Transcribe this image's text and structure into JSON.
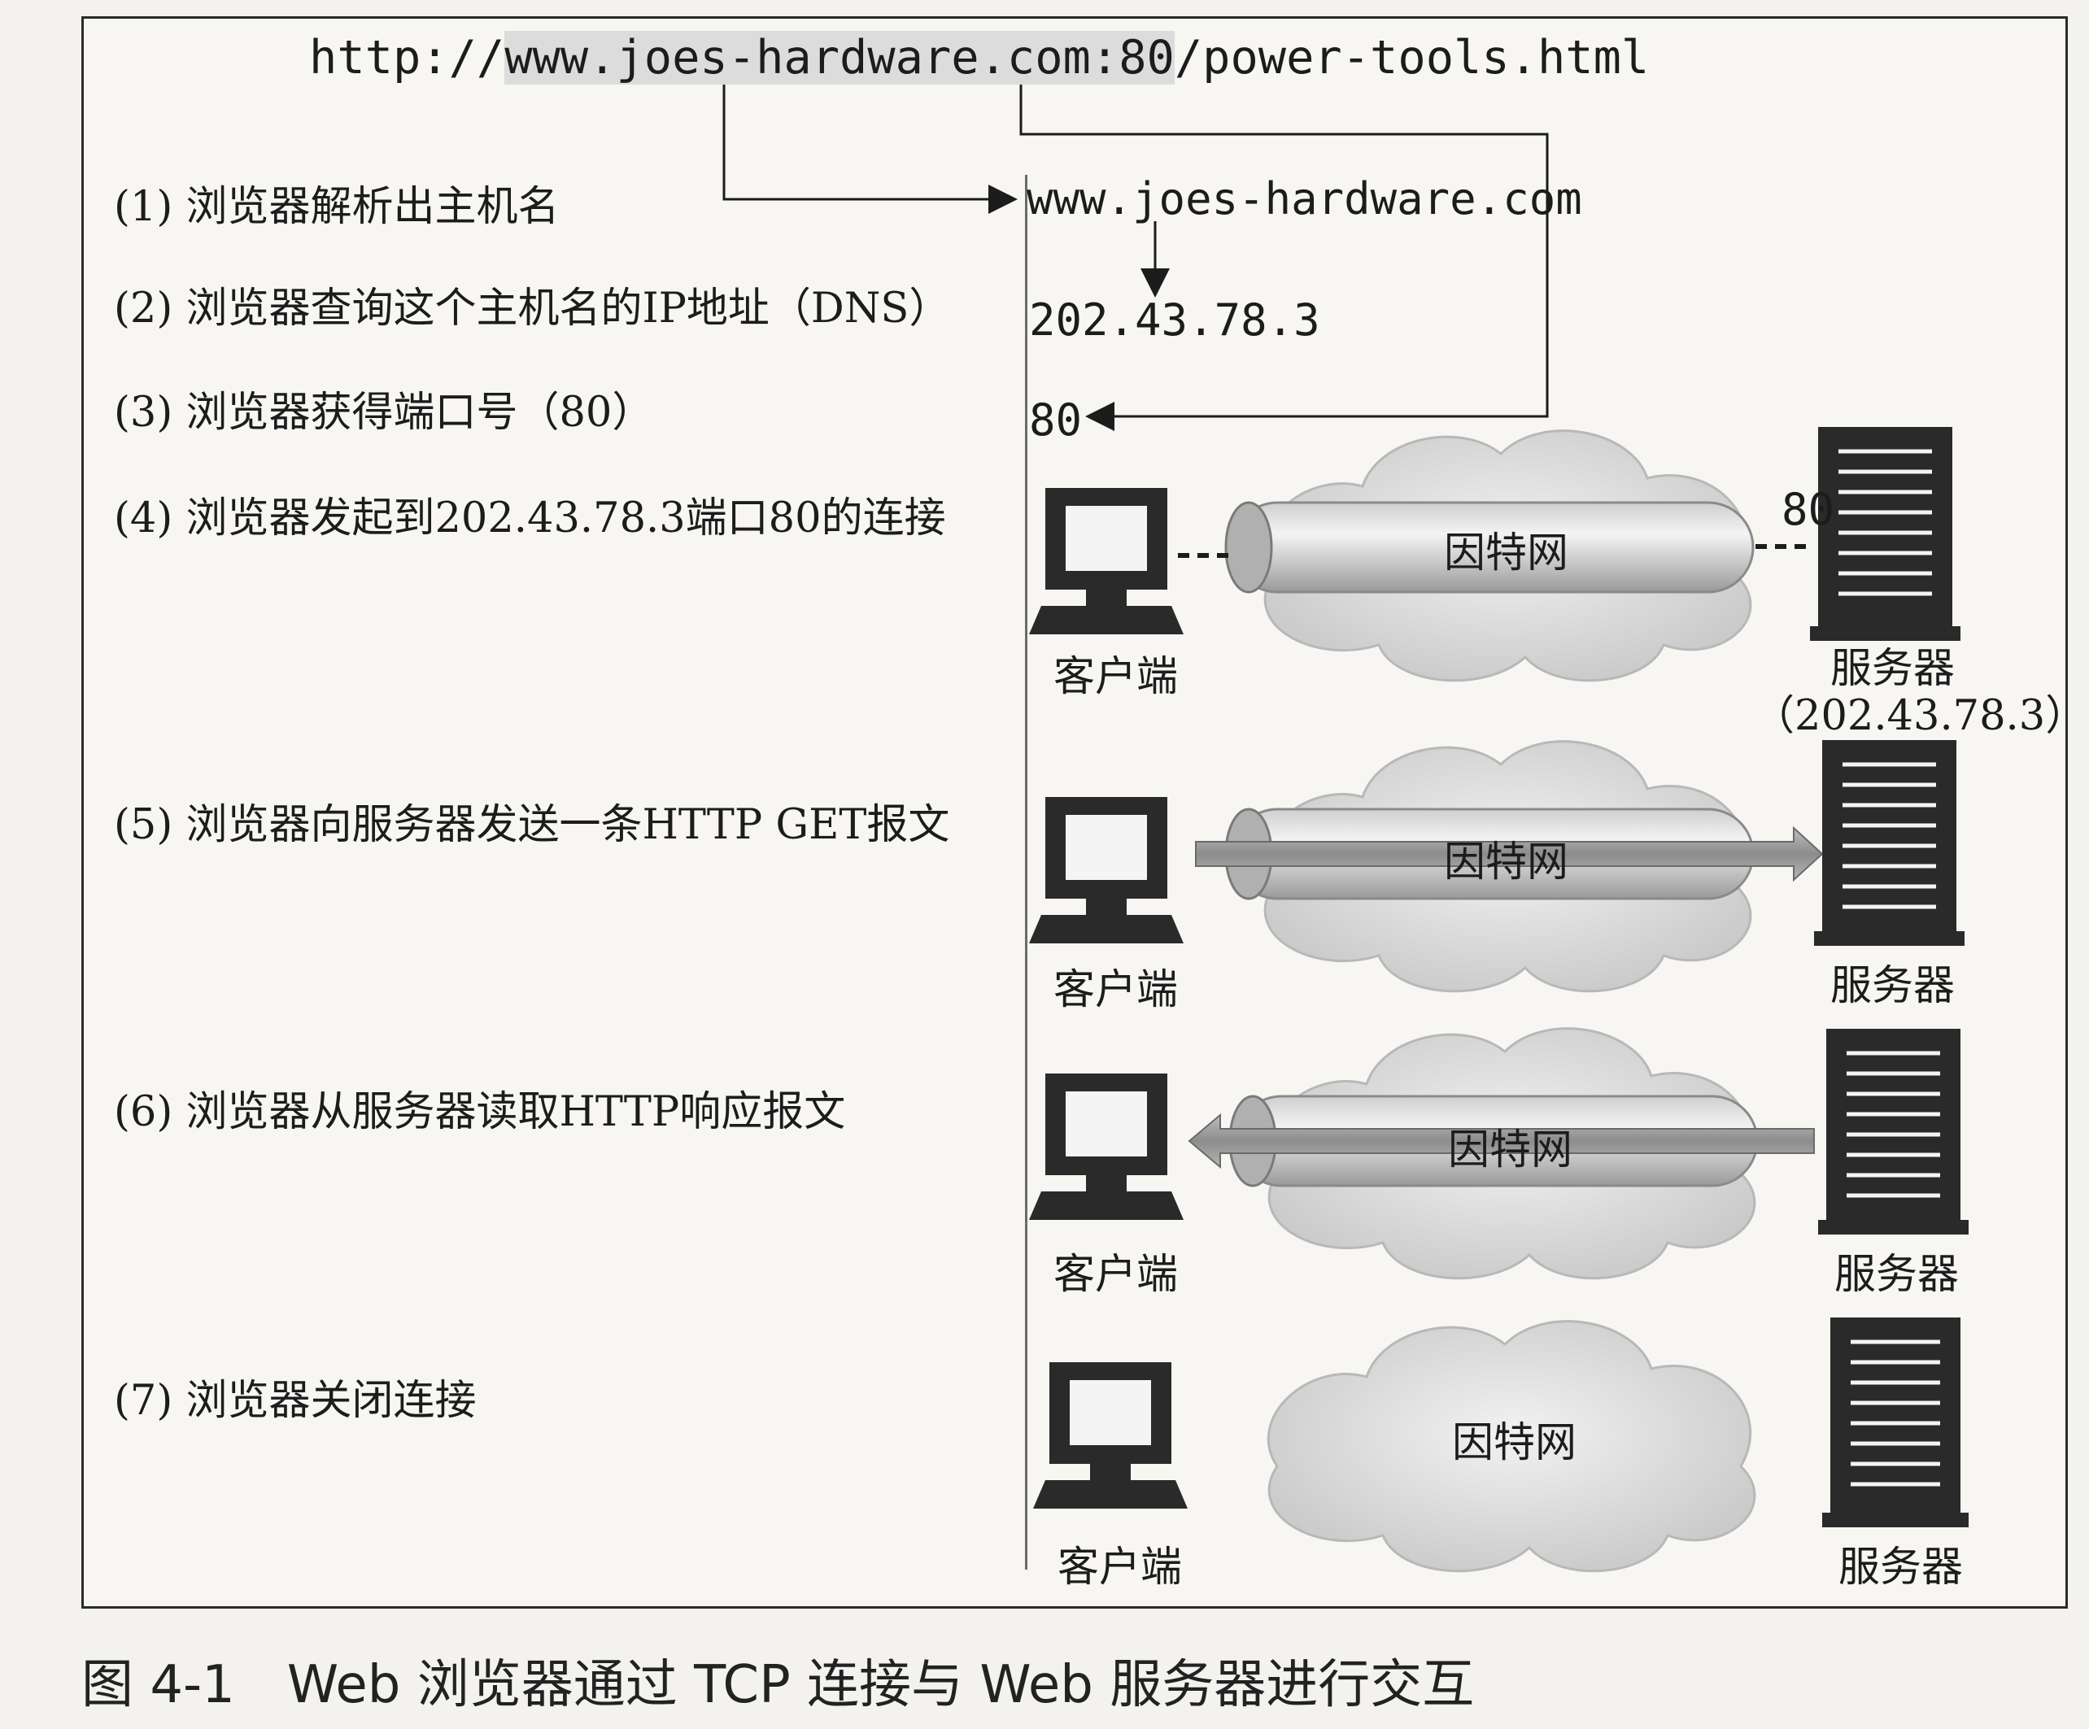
{
  "url": {
    "prefix": "http://",
    "host": "www.joes-hardware.com",
    "colon": ":",
    "port": "80",
    "path": "/power-tools.html"
  },
  "steps": [
    "(1) 浏览器解析出主机名",
    "(2) 浏览器查询这个主机名的IP地址（DNS）",
    "(3) 浏览器获得端口号（80）",
    "(4) 浏览器发起到202.43.78.3端口80的连接",
    "(5) 浏览器向服务器发送一条HTTP GET报文",
    "(6) 浏览器从服务器读取HTTP响应报文",
    "(7) 浏览器关闭连接"
  ],
  "resolved": {
    "hostname": "www.joes-hardware.com",
    "ip": "202.43.78.3",
    "port": "80"
  },
  "labels": {
    "internet": "因特网",
    "client": "客户端",
    "server": "服务器",
    "server_ip": "（202.43.78.3）",
    "port": "80"
  },
  "caption": "图 4-1　Web 浏览器通过 TCP 连接与 Web 服务器进行交互"
}
